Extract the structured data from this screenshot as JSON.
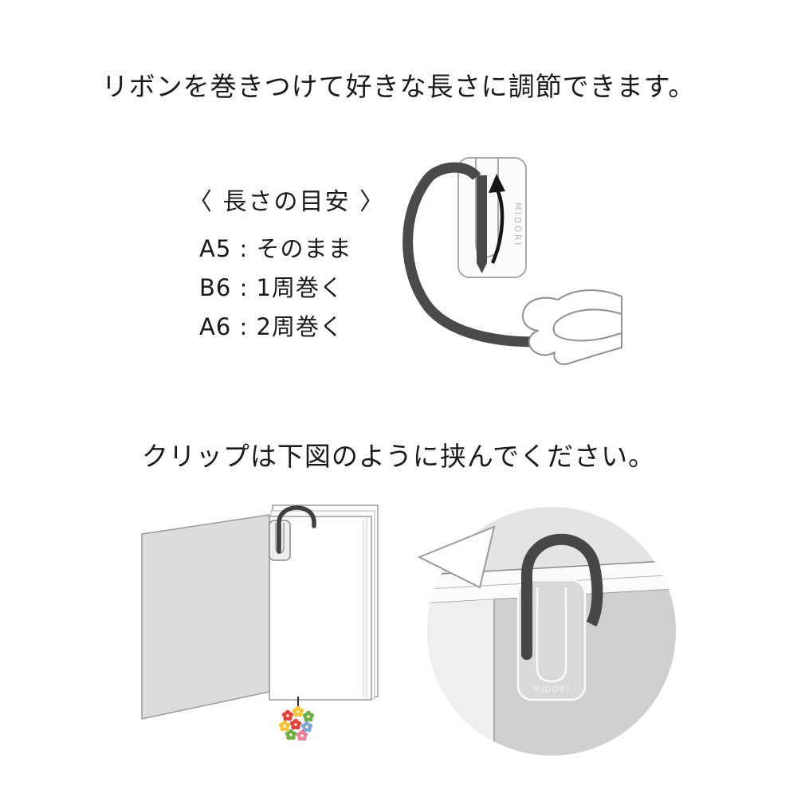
{
  "titles": {
    "wrap": "リボンを巻きつけて好きな長さに調節できます。",
    "clip_instruction": "クリップは下図のように挟んでください。"
  },
  "length_guide": {
    "heading": "〈 長さの目安 〉",
    "items": [
      "A5 : そのまま",
      "B6 : 1周巻く",
      "A6 : 2周巻く"
    ]
  },
  "brand": {
    "label": "MIDORI"
  },
  "colors": {
    "ribbon": "#4a4a4a",
    "clip_fill": "#fbfbfb",
    "clip_outline": "#a8a8a8",
    "cover_gray": "#dcdcdc",
    "zoom_background": "#e4e4e4",
    "text": "#1a1a1a"
  },
  "charm": {
    "flower_colors": [
      "#e2413f",
      "#f2c53b",
      "#6fae44",
      "#7aa7d6",
      "#e87fa0"
    ]
  }
}
